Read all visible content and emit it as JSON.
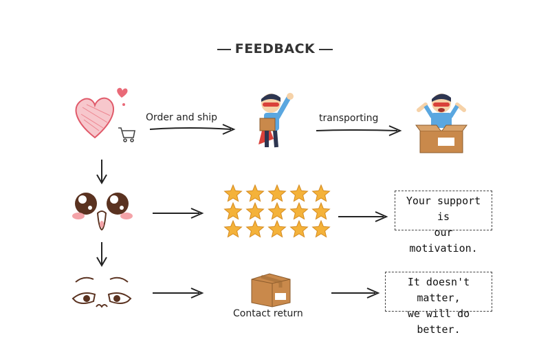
{
  "header": {
    "title": "FEEDBACK"
  },
  "flow": {
    "order_label": "Order and ship",
    "transport_label": "transporting",
    "contact_label": "Contact return"
  },
  "notes": {
    "good_line1": "Your support is",
    "good_line2": "our motivation.",
    "bad_line1": "It doesn't matter,",
    "bad_line2": "we will do better."
  },
  "rating": {
    "stars": 15,
    "rows": 3,
    "per_row": 5
  },
  "colors": {
    "heart": "#e05a6a",
    "star": "#f4b23a",
    "box": "#c9894b",
    "hero_cape": "#d9413a",
    "hero_shirt": "#5aa7e0"
  }
}
